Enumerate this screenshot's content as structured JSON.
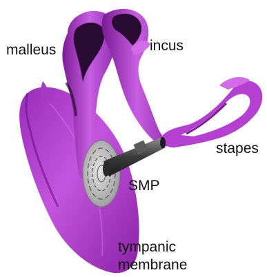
{
  "labels": {
    "malleus": "malleus",
    "incus": "incus",
    "stapes": "stapes",
    "smp": "SMP",
    "tympanic_line1": "tympanic",
    "tympanic_line2": "membrane"
  },
  "colors": {
    "bone_main": "#b43fd0",
    "bone_light": "#d36ae8",
    "bone_dark": "#2a0b33",
    "transducer": "#4a4a4a",
    "disc": "#c9c9c9"
  }
}
